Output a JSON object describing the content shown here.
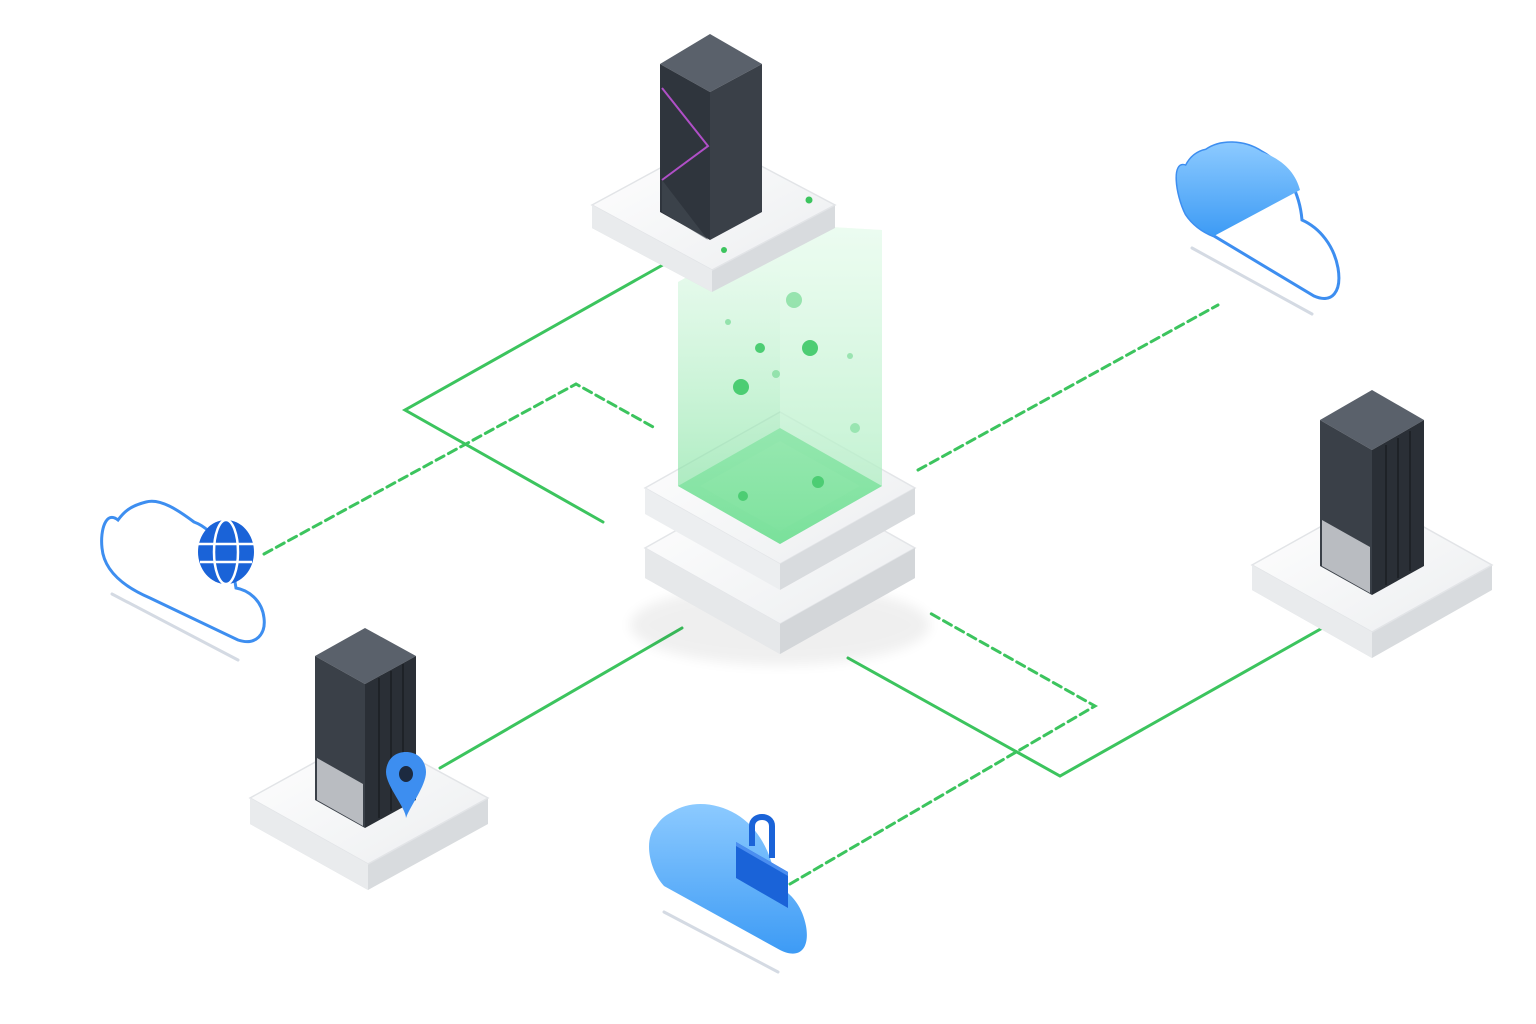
{
  "diagram": {
    "nodes": [
      {
        "id": "hub",
        "kind": "data-hub",
        "icon": "glowing-data-column"
      },
      {
        "id": "server-top",
        "kind": "server",
        "icon": "server-tower-icon"
      },
      {
        "id": "server-right",
        "kind": "server",
        "icon": "server-tower-icon"
      },
      {
        "id": "server-left",
        "kind": "server",
        "icon": "server-tower-icon",
        "badge": "location-pin-icon"
      },
      {
        "id": "cloud-globe",
        "kind": "cloud",
        "icon": "globe-icon"
      },
      {
        "id": "cloud-sync",
        "kind": "cloud",
        "icon": "cloud-icon"
      },
      {
        "id": "cloud-lock",
        "kind": "cloud",
        "icon": "lock-icon"
      }
    ],
    "connections": [
      {
        "from": "server-top",
        "to": "hub",
        "style": "solid"
      },
      {
        "from": "cloud-globe",
        "to": "hub",
        "style": "dashed"
      },
      {
        "from": "cloud-sync",
        "to": "hub",
        "style": "dashed"
      },
      {
        "from": "server-left",
        "to": "hub",
        "style": "solid"
      },
      {
        "from": "server-right",
        "to": "hub",
        "style": "solid"
      },
      {
        "from": "cloud-lock",
        "to": "hub",
        "style": "dashed"
      }
    ]
  },
  "colors": {
    "connection": "#3cc45e",
    "glow": "#7fe3a0",
    "server_dark": "#2f353d",
    "server_side": "#252a31",
    "server_top": "#555c66",
    "cloud_blue": "#4aa6f7",
    "cloud_outline": "#3d8ef0",
    "icon_blue": "#1a63d8",
    "platform": "#f3f4f5",
    "platform_edge": "#d9dbde"
  }
}
